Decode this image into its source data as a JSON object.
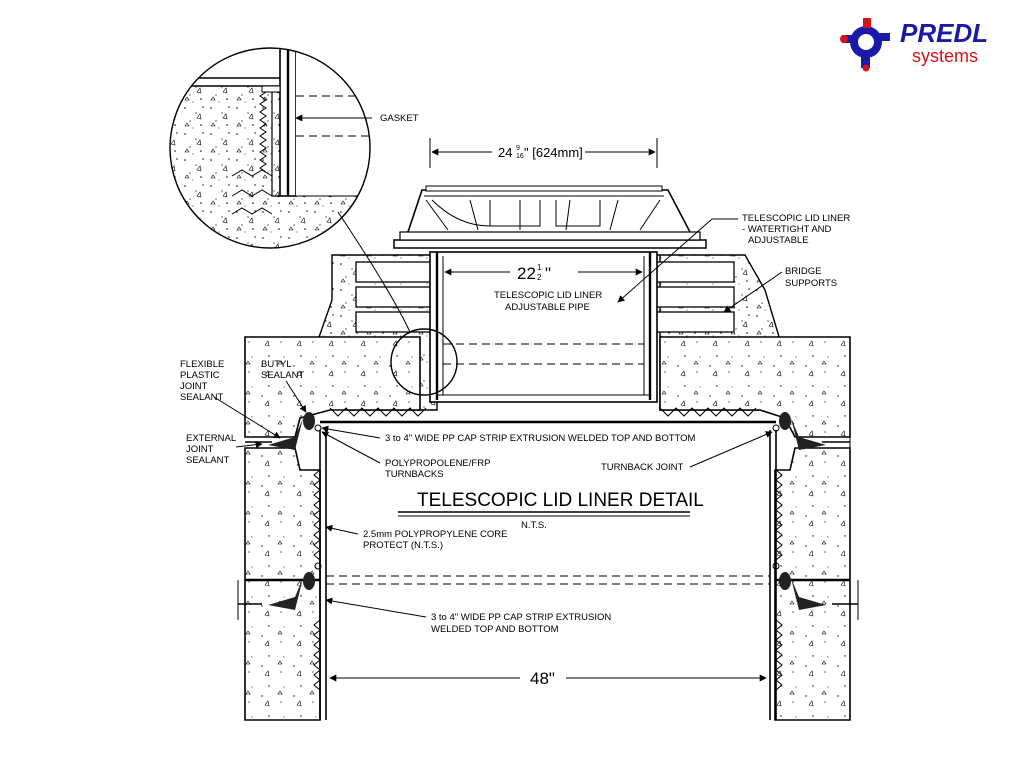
{
  "logo": {
    "brand": "PREDL",
    "tagline": "systems",
    "brand_color": "#1a1aa8",
    "tagline_color": "#d4141a"
  },
  "title": "TELESCOPIC LID LINER DETAIL",
  "scale_note": "N.T.S.",
  "dimensions": {
    "top_width": "24",
    "top_width_fraction_num": "9",
    "top_width_fraction_den": "16",
    "top_width_suffix": "\" [624mm]",
    "pipe_width": "22",
    "pipe_width_fraction_num": "1",
    "pipe_width_fraction_den": "2",
    "pipe_width_suffix": "\"",
    "chamber_width": "48\""
  },
  "labels": {
    "gasket": "GASKET",
    "lid_liner_1": "TELESCOPIC LID LINER",
    "lid_liner_2": "- WATERTIGHT AND",
    "lid_liner_3": "ADJUSTABLE",
    "bridge_1": "BRIDGE",
    "bridge_2": "SUPPORTS",
    "pipe_1": "TELESCOPIC LID LINER",
    "pipe_2": "ADJUSTABLE PIPE",
    "flexible_1": "FLEXIBLE",
    "flexible_2": "PLASTIC",
    "flexible_3": "JOINT",
    "flexible_4": "SEALANT",
    "butyl_1": "BUTYL",
    "butyl_2": "SEALANT",
    "external_1": "EXTERNAL",
    "external_2": "JOINT",
    "external_3": "SEALANT",
    "cap_strip_top": "3 to 4\" WIDE PP CAP STRIP EXTRUSION WELDED TOP AND BOTTOM",
    "turnbacks_1": "POLYPROPOLENE/FRP",
    "turnbacks_2": "TURNBACKS",
    "turnback_joint": "TURNBACK JOINT",
    "core_1": "2.5mm POLYPROPYLENE CORE",
    "core_2": "PROTECT (N.T.S.)",
    "cap_strip_bottom_1": "3 to 4\" WIDE PP CAP STRIP EXTRUSION",
    "cap_strip_bottom_2": "WELDED TOP AND BOTTOM"
  }
}
